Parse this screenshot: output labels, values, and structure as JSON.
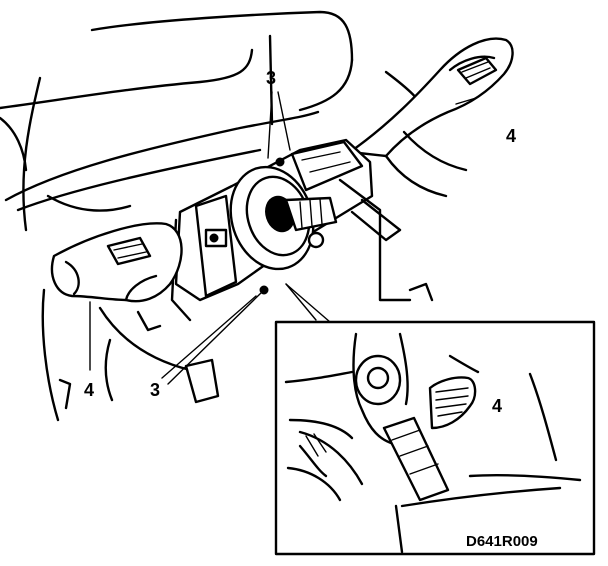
{
  "callouts": {
    "label_3_top": "3",
    "label_3_bottom": "3",
    "label_4_right": "4",
    "label_4_left": "4",
    "label_4_inset": "4"
  },
  "figure_code": "D641R009",
  "colors": {
    "ink": "#000000",
    "paper": "#ffffff"
  }
}
